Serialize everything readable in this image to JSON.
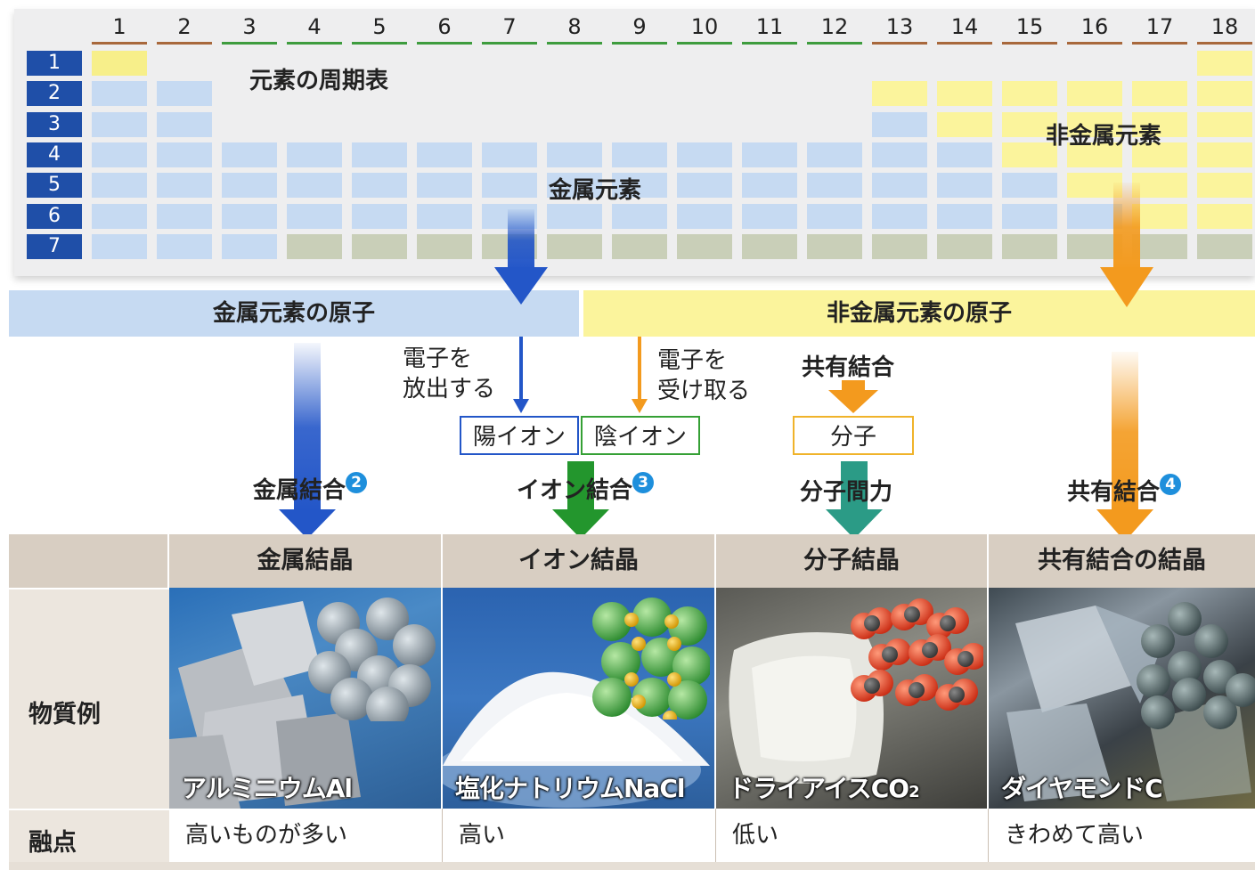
{
  "periodic_table": {
    "groups": [
      "1",
      "2",
      "3",
      "4",
      "5",
      "6",
      "7",
      "8",
      "9",
      "10",
      "11",
      "12",
      "13",
      "14",
      "15",
      "16",
      "17",
      "18"
    ],
    "periods": [
      "1",
      "2",
      "3",
      "4",
      "5",
      "6",
      "7"
    ],
    "title": "元素の周期表",
    "metal_label": "金属元素",
    "nonmetal_label": "非金属元素"
  },
  "bands": {
    "metal_atom": "金属元素の原子",
    "nonmetal_atom": "非金属元素の原子"
  },
  "flow": {
    "release_electrons": [
      "電子を",
      "放出する"
    ],
    "accept_electrons": [
      "電子を",
      "受け取る"
    ],
    "covalent_bond_top": "共有結合",
    "cation": "陽イオン",
    "anion": "陰イオン",
    "molecule": "分子",
    "metallic_bond": "金属結合",
    "ionic_bond": "イオン結合",
    "intermolecular_force": "分子間力",
    "covalent_bond": "共有結合",
    "badges": [
      "2",
      "3",
      "4"
    ]
  },
  "table": {
    "columns": [
      "金属結晶",
      "イオン結晶",
      "分子結晶",
      "共有結合の結晶"
    ],
    "row_example_label": "物質例",
    "row_melting_label": "融点",
    "examples": [
      "アルミニウムAl",
      "塩化ナトリウムNaCl",
      "ドライアイスCO",
      "ダイヤモンドC"
    ],
    "co2_subscript": "2",
    "melting_points": [
      "高いものが多い",
      "高い",
      "低い",
      "きわめて高い"
    ]
  },
  "colors": {
    "metal": "#c6daf2",
    "nonmetal": "#fbf49c",
    "hydrogen": "#f7ef8a",
    "transition_low": "#c9cfb8",
    "period_box": "#1f4fa8",
    "arrow_blue": "#2356c8",
    "arrow_orange": "#f39a1e",
    "arrow_green": "#23962d",
    "arrow_teal": "#2b9b86",
    "table_header": "#d8cec2",
    "group_line_brown": "#a8683c",
    "group_line_green": "#3e9c3e"
  }
}
